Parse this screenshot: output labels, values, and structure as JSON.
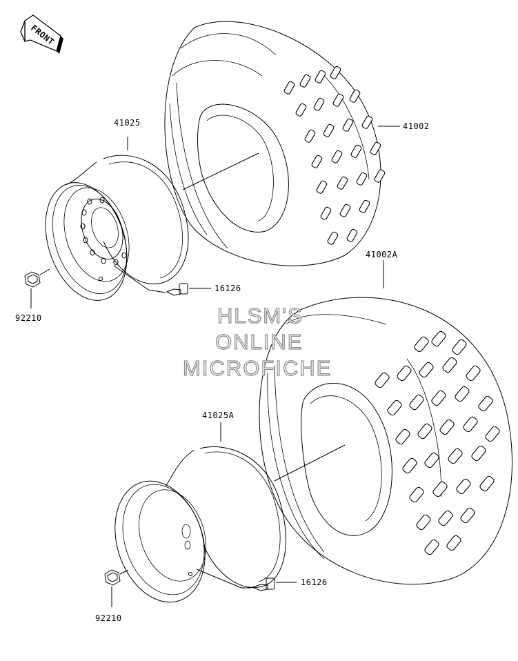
{
  "direction_badge": {
    "text": "FRONT"
  },
  "watermark": {
    "line1": "HLSM'S",
    "line2": "ONLINE",
    "line3": "MICROFICHE"
  },
  "parts": {
    "tire_front": "41002",
    "tire_rear": "41002A",
    "rim_front": "41025",
    "rim_rear": "41025A",
    "valve_front": "16126",
    "valve_rear": "16126",
    "nut_front": "92210",
    "nut_rear": "92210"
  }
}
